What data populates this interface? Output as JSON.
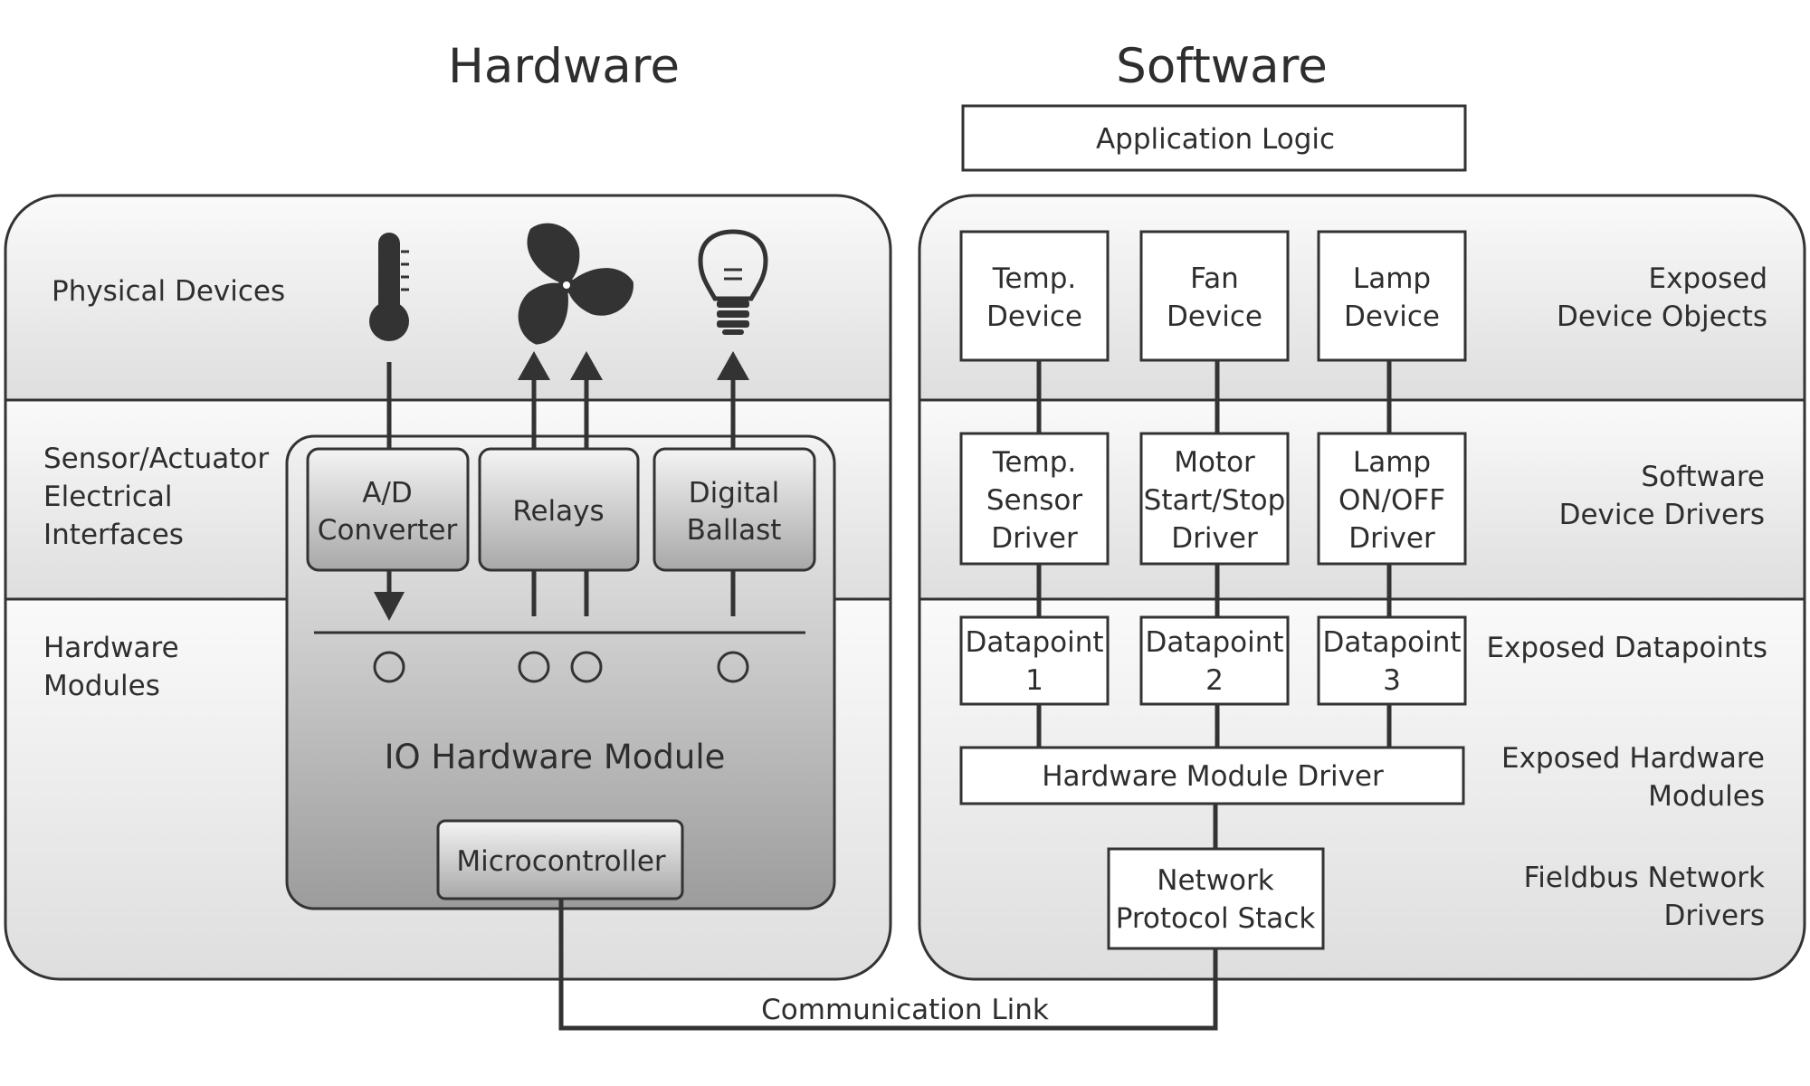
{
  "titles": {
    "hardware": "Hardware",
    "software": "Software"
  },
  "software": {
    "application_logic": "Application Logic",
    "objects": [
      {
        "line1": "Temp.",
        "line2": "Device"
      },
      {
        "line1": "Fan",
        "line2": "Device"
      },
      {
        "line1": "Lamp",
        "line2": "Device"
      }
    ],
    "drivers": [
      {
        "line1": "Temp.",
        "line2": "Sensor",
        "line3": "Driver"
      },
      {
        "line1": "Motor",
        "line2": "Start/Stop",
        "line3": "Driver"
      },
      {
        "line1": "Lamp",
        "line2": "ON/OFF",
        "line3": "Driver"
      }
    ],
    "datapoints": [
      {
        "line1": "Datapoint",
        "line2": "1"
      },
      {
        "line1": "Datapoint",
        "line2": "2"
      },
      {
        "line1": "Datapoint",
        "line2": "3"
      }
    ],
    "hardware_module_driver": "Hardware Module Driver",
    "network_stack": {
      "line1": "Network",
      "line2": "Protocol Stack"
    },
    "layer_labels": {
      "exposed_device_objects": {
        "line1": "Exposed",
        "line2": "Device Objects"
      },
      "software_device_drivers": {
        "line1": "Software",
        "line2": "Device Drivers"
      },
      "exposed_datapoints": "Exposed Datapoints",
      "exposed_hardware_modules": {
        "line1": "Exposed Hardware",
        "line2": "Modules"
      },
      "fieldbus_network_drivers": {
        "line1": "Fieldbus Network",
        "line2": "Drivers"
      }
    }
  },
  "hardware": {
    "layer_labels": {
      "physical_devices": "Physical Devices",
      "sensor_actuator": {
        "line1": "Sensor/Actuator",
        "line2": "Electrical",
        "line3": "Interfaces"
      },
      "hardware_modules": {
        "line1": "Hardware",
        "line2": "Modules"
      }
    },
    "ad_converter": {
      "line1": "A/D",
      "line2": "Converter"
    },
    "relays": "Relays",
    "digital_ballast": {
      "line1": "Digital",
      "line2": "Ballast"
    },
    "io_module": "IO Hardware Module",
    "microcontroller": "Microcontroller",
    "icons": [
      "thermometer-icon",
      "fan-icon",
      "light-bulb-icon"
    ]
  },
  "communication_link": "Communication Link",
  "colors": {
    "stroke": "#333333",
    "band_light": "#f7f7f7",
    "band_mid": "#e2e2e2",
    "module_top": "#f2f2f2",
    "module_bottom": "#9e9e9e"
  }
}
